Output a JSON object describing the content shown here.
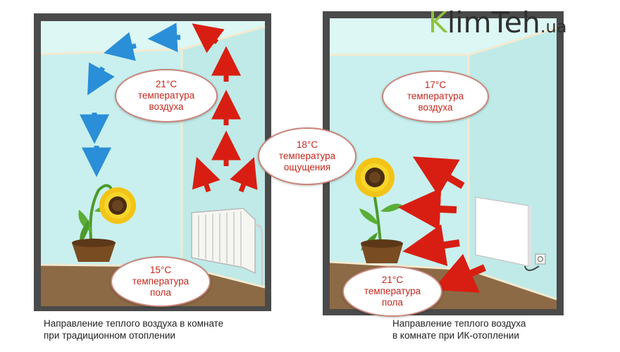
{
  "logo": {
    "letter_k": "K",
    "letters_rest": "limTeh",
    "domain_suffix": ".ua",
    "colors": {
      "k": "#8fc33e",
      "text": "#2f2f2f"
    }
  },
  "left_room": {
    "air_temp": {
      "value": "21°C",
      "label_line1": "температура",
      "label_line2": "воздуха"
    },
    "floor_temp": {
      "value": "15°C",
      "label_line1": "температура",
      "label_line2": "пола"
    },
    "caption_line1": "Направление теплого воздуха в комнате",
    "caption_line2": "при традиционном отоплении"
  },
  "right_room": {
    "air_temp": {
      "value": "17°C",
      "label_line1": "температура",
      "label_line2": "воздуха"
    },
    "floor_temp": {
      "value": "21°C",
      "label_line1": "температура",
      "label_line2": "пола"
    },
    "caption_line1": "Направление теплого воздуха",
    "caption_line2": "в комнате при ИК-отоплении"
  },
  "felt_temp": {
    "value": "18°C",
    "label_line1": "температура",
    "label_line2": "ощущения"
  },
  "colors": {
    "wall": "#c9f0ee",
    "wall_light": "#dcf7f4",
    "floor": "#8c6a46",
    "frame": "#4a4a4a",
    "warm_arrow": "#d81e12",
    "cool_arrow": "#2a8ed8",
    "oval_border": "#c9857a",
    "oval_text": "#c0281c"
  },
  "icons": {
    "warm_arrows": "red-arrow-icon",
    "cool_arrows": "blue-arrow-icon",
    "radiator": "radiator-icon",
    "ir_panel": "ir-heater-panel-icon",
    "sunflower": "sunflower-icon",
    "socket": "power-socket-icon"
  }
}
